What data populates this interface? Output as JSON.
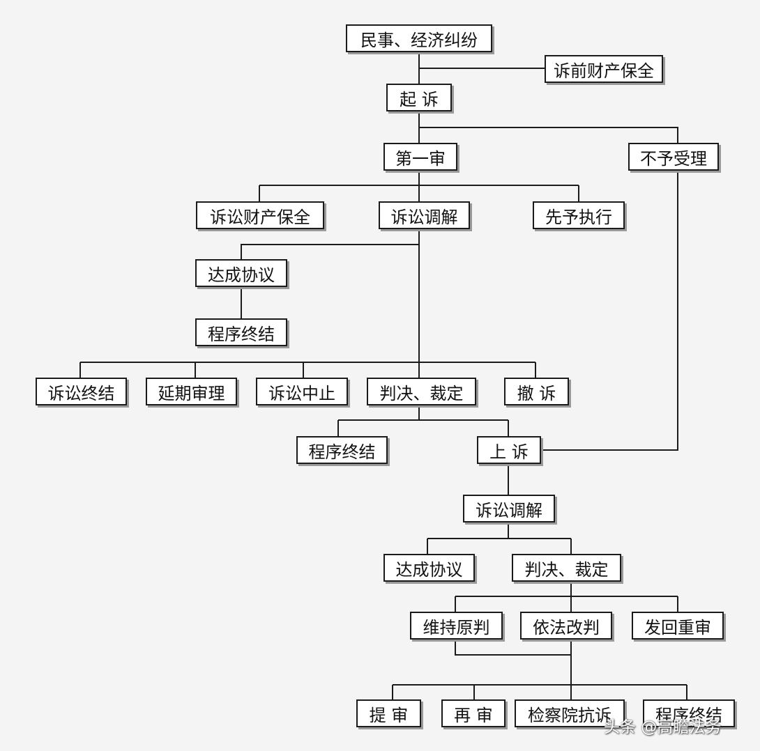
{
  "nodes": {
    "dispute": "民事、经济纠纷",
    "pre_suit_preservation": "诉前财产保全",
    "prosecution": "起 诉",
    "first_instance": "第一审",
    "not_accepted": "不予受理",
    "litigation_preservation": "诉讼财产保全",
    "mediation_1": "诉讼调解",
    "advance_execution": "先予执行",
    "agreement_1": "达成协议",
    "termination_1": "程序终结",
    "litigation_ended": "诉讼终结",
    "postponed_hearing": "延期审理",
    "litigation_suspended": "诉讼中止",
    "judgment_1": "判决、裁定",
    "withdrawal": "撤 诉",
    "termination_2": "程序终结",
    "appeal": "上 诉",
    "mediation_2": "诉讼调解",
    "agreement_2": "达成协议",
    "judgment_2": "判决、裁定",
    "uphold": "维持原判",
    "amend": "依法改判",
    "remand": "发回重审",
    "retrial_raise": "提 审",
    "retrial": "再 审",
    "protest": "检察院抗诉",
    "termination_3": "程序终结"
  },
  "watermark": "头条 @高瞻法务",
  "colors": {
    "background": "#f4f4f4",
    "box_fill": "#ffffff",
    "line": "#1a1a1a",
    "shadow": "#9a9a9a"
  }
}
